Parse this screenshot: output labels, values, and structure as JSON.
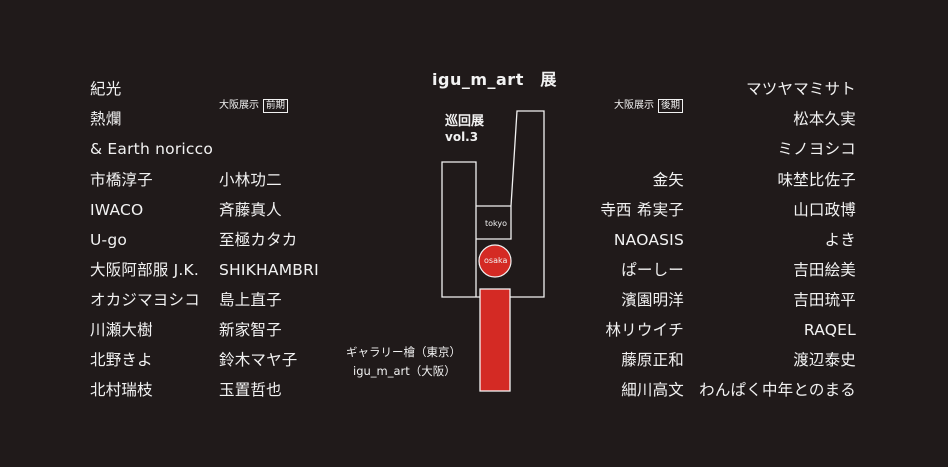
{
  "header": {
    "title": "igu_m_art　展",
    "tour_label": "巡回展",
    "vol_label": "vol.3"
  },
  "osaka_first": {
    "label": "大阪展示",
    "tag": "前期"
  },
  "osaka_second": {
    "label": "大阪展示",
    "tag": "後期"
  },
  "map": {
    "tokyo": "tokyo",
    "osaka": "osaka"
  },
  "venues": {
    "tokyo_venue": "ギャラリー檜（東京）",
    "osaka_venue": "igu_m_art（大阪）"
  },
  "colors": {
    "background": "#201a1a",
    "accent_red": "#d42a24",
    "text": "#f2f2f2"
  },
  "left_col1": [
    "紀光",
    "熱爛",
    "& Earth noricco",
    "市橋淳子",
    "IWACO",
    "U-go",
    "大阪阿部服 J.K.",
    "オカジマヨシコ",
    "川瀬大樹",
    "北野きよ",
    "北村瑞枝"
  ],
  "left_col2": [
    "小林功二",
    "斉藤真人",
    "至極カタカ",
    "SHIKHAMBRI",
    "島上直子",
    "新家智子",
    "鈴木マヤ子",
    "玉置哲也"
  ],
  "right_col1": [
    "金矢",
    "寺西 希実子",
    "NAOASIS",
    "ぱーしー",
    "濱園明洋",
    "林リウイチ",
    "藤原正和",
    "細川高文"
  ],
  "right_col2": [
    "マツヤマミサト",
    "松本久実",
    "ミノヨシコ",
    "味埜比佐子",
    "山口政博",
    "よき",
    "吉田絵美",
    "吉田琉平",
    "RAQEL",
    "渡辺泰史",
    "わんぱく中年とのまる"
  ]
}
